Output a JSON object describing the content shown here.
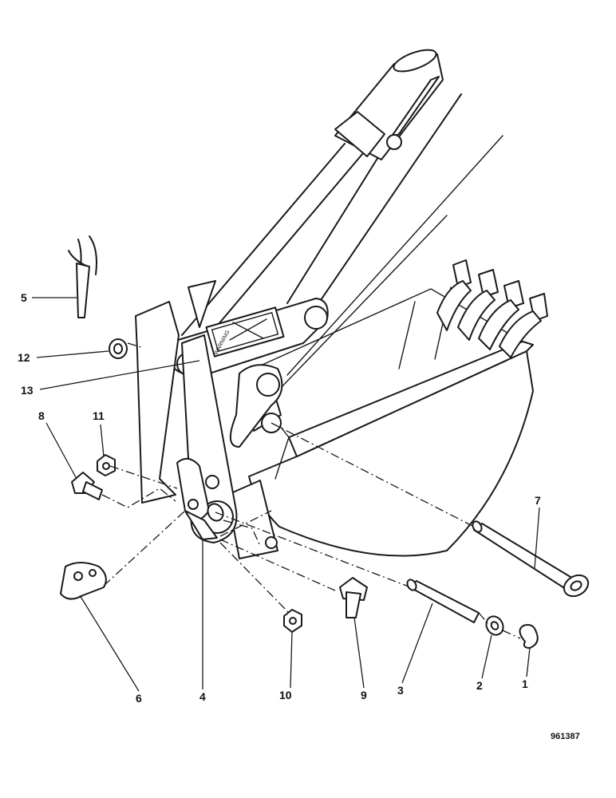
{
  "callouts": [
    {
      "id": "1",
      "label": "1"
    },
    {
      "id": "2",
      "label": "2"
    },
    {
      "id": "3",
      "label": "3"
    },
    {
      "id": "4",
      "label": "4"
    },
    {
      "id": "5",
      "label": "5"
    },
    {
      "id": "6",
      "label": "6"
    },
    {
      "id": "7",
      "label": "7"
    },
    {
      "id": "8",
      "label": "8"
    },
    {
      "id": "9",
      "label": "9"
    },
    {
      "id": "10",
      "label": "10"
    },
    {
      "id": "11",
      "label": "11"
    },
    {
      "id": "12",
      "label": "12"
    },
    {
      "id": "13",
      "label": "13"
    }
  ],
  "reference_number": "961387",
  "decal_text": "WARNING"
}
